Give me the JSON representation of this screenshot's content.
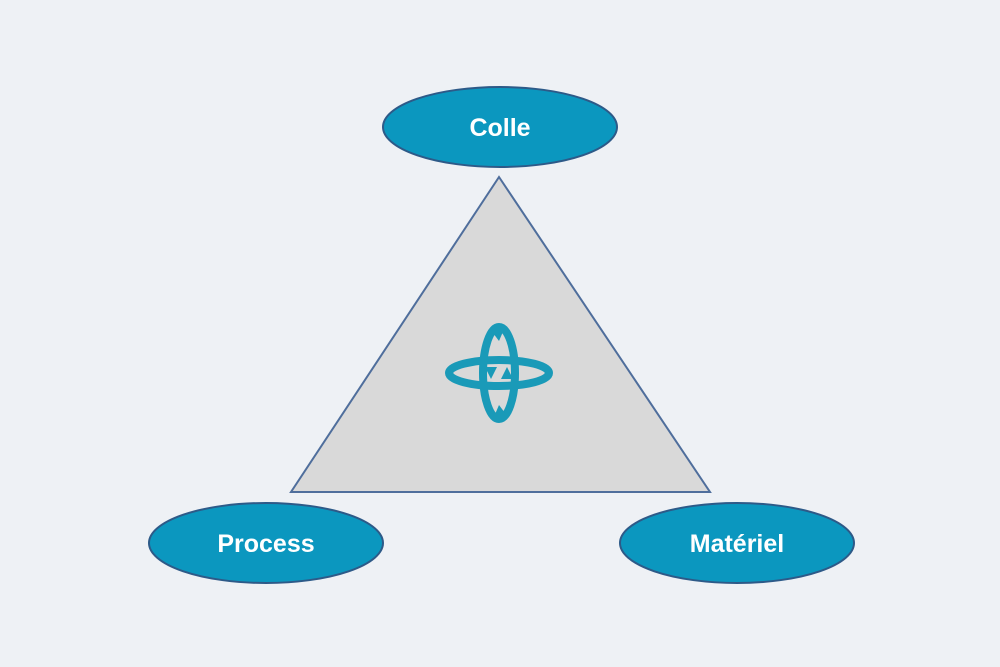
{
  "diagram": {
    "nodes": {
      "top": {
        "label": "Colle"
      },
      "bottom_left": {
        "label": "Process"
      },
      "bottom_right": {
        "label": "Matériel"
      }
    },
    "center_icon": "cycle-arrows-icon"
  },
  "colors": {
    "background": "#eef1f5",
    "node_fill": "#0b97bf",
    "node_stroke": "#2d5a88",
    "triangle_fill": "#d9d9d9",
    "triangle_stroke": "#4f6e9c",
    "icon": "#1a9ab8"
  }
}
